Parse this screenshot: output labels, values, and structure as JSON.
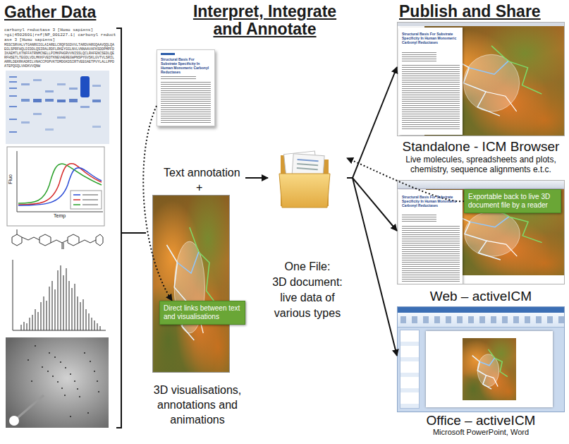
{
  "diagram": {
    "nodes": [
      {
        "text": [
          "Structural Basis For Substrate Specificity In Human Monomeric Carbonyl Reductases",
          "Text annotation"
        ]
      },
      {
        "text": [
          "3D visualisations, annotations and animations"
        ]
      },
      {
        "text": [
          "Direct links between text and visualisations"
        ],
        "in": 1
      },
      {
        "text": [
          "One File:",
          "3D document: live data of various types"
        ]
      },
      {
        "text": [
          "Standalone - ICM Browser",
          "Live molecules, spreadsheets and plots, chemistry, sequence alignments e.t.c."
        ]
      },
      {
        "text": [
          "Web – activeICM"
        ]
      },
      {
        "text": [
          "Exportable back to live 3D document file by a reader"
        ],
        "in": 5
      },
      {
        "text": [
          "Office – activeICM",
          "Microsoft PowerPoint, Word"
        ]
      }
    ],
    "edges": [
      {
        "from": 0,
        "to": 3,
        "arrow": "to"
      },
      {
        "from": 0,
        "to": 2,
        "arrow": "to"
      },
      {
        "from": 3,
        "to": 4,
        "arrow": "to"
      },
      {
        "from": 3,
        "to": 5,
        "arrow": "to"
      },
      {
        "from": 3,
        "to": 7,
        "arrow": "to"
      },
      {
        "from": 6,
        "to": 3,
        "arrow": "to"
      }
    ],
    "labels": [
      "Gather Data",
      "Interpret, Integrate and Annotate",
      "Publish and Share",
      "+",
      "carbonyl reductase 3 [Homo sapiens]",
      ">gi|4502601|ref|NP_001227.1| carbonyl reductase 3 [Homo sapiens]",
      "MSSCSRVALVTGANRGIGLAIARELCRQFSGDVVLTARDVARGQAAVQQLQAEGLSPRFHQLDIDDLQSIRALRDFLRKEYGGLNVLVNNAAVAFKSDDPMPFDIKAEMTLKTNFFATRNMCNELLPIMKPHGRVVNISSLQCLRAFENCSEDLQERFHSETLTEGDLVDLMKKFVEDTKNEVHEREGWPNSPYGVSKLGVTVLSRILARRLDEKRKADRILVNACCPGPVKTDMDGKDSIRTVEEGAETPVYLALLPPDATEPQGQLVHDKVVQNW",
      "Fluo",
      "Temp",
      "Structural Basis For Substrate Specificity In Human Monomeric Carbonyl Reductases",
      "Structural Basis For Substrate Specificity In Human Monomeric Carbonyl Reductases"
    ]
  }
}
